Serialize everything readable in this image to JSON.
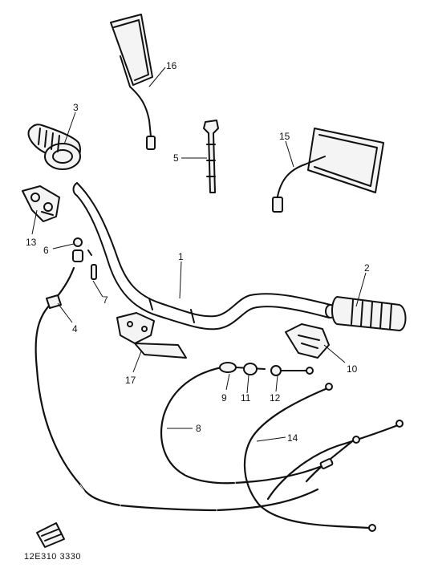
{
  "callouts": {
    "c1": "1",
    "c2": "2",
    "c3": "3",
    "c4": "4",
    "c5": "5",
    "c6": "6",
    "c7": "7",
    "c8": "8",
    "c9": "9",
    "c10": "10",
    "c11": "11",
    "c12": "12",
    "c13": "13",
    "c14": "14",
    "c15": "15",
    "c16": "16",
    "c17": "17"
  },
  "footer": {
    "code": "12E310 3330"
  },
  "icons": {
    "direction_marker": "front-arrow-icon"
  }
}
